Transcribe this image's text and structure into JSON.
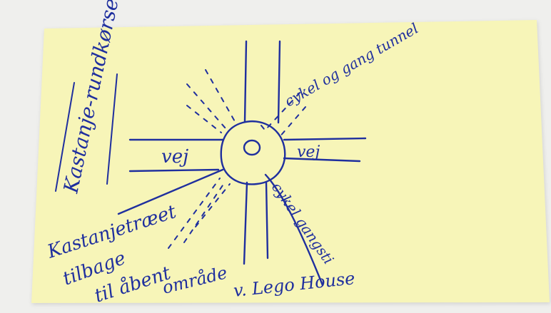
{
  "colors": {
    "background": "#efefed",
    "sticky_note": "#f7f5b8",
    "ink": "#1f2f9e"
  },
  "note": {
    "title": "Kastanje-rundkørsel",
    "road_left": "vej",
    "road_right": "vej",
    "tunnel_top_right": "cykel og gang tunnel",
    "path_bottom_right": "cykel gangsti",
    "chestnut_row": "Kastanjetræet",
    "back_to": "tilbage",
    "open_area": "til åbent",
    "area_word": "område",
    "lego_house": "v. Lego House"
  }
}
